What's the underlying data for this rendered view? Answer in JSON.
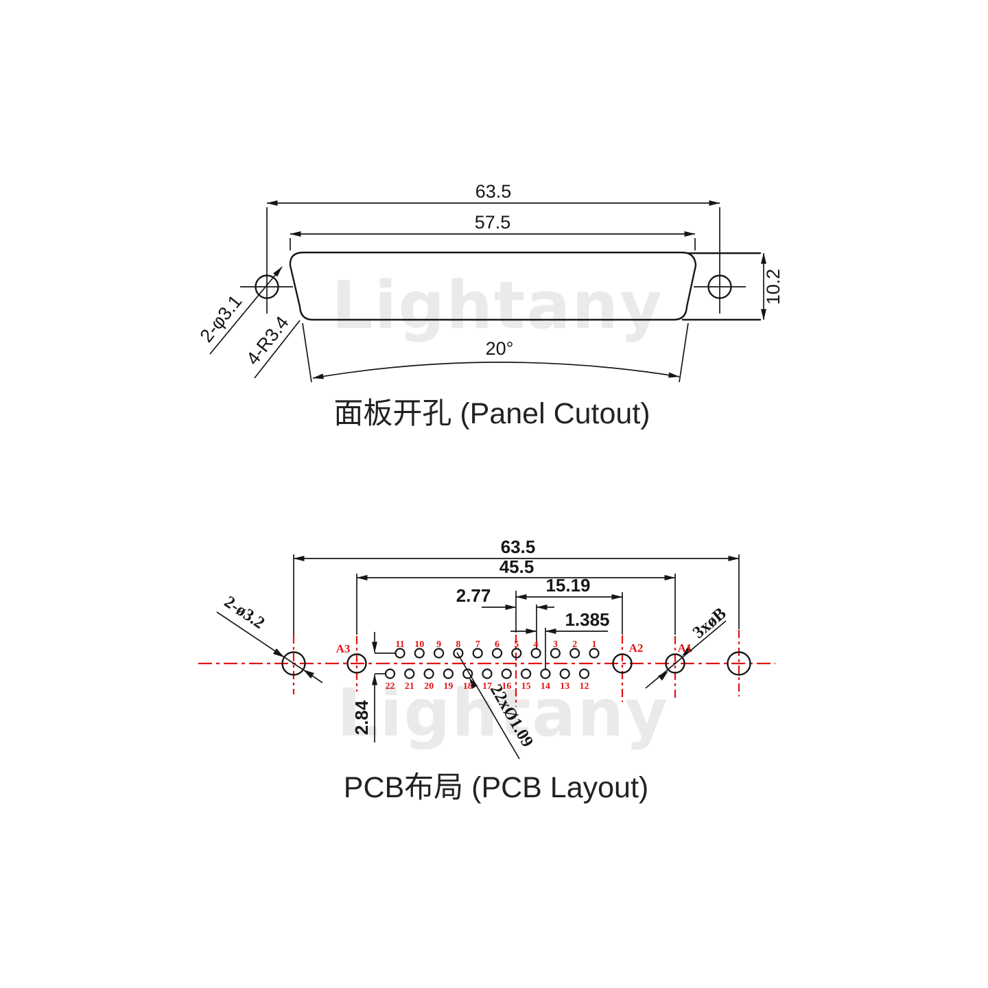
{
  "watermark": "Lightany",
  "colors": {
    "red": "#e31212",
    "line": "#161616",
    "watermark": "#eaeaea"
  },
  "panel_cutout": {
    "title": "面板开孔 (Panel Cutout)",
    "dim_outer_width": "63.5",
    "dim_cutout_width": "57.5",
    "dim_tab_height": "10.2",
    "dim_side_angle": "20°",
    "label_mount_holes": "2-φ3.1",
    "label_corner_radius": "4-R3.4"
  },
  "pcb_layout": {
    "title": "PCB布局 (PCB Layout)",
    "dim_outer_width": "63.5",
    "dim_inner_width": "45.5",
    "dim_a2_offset": "15.19",
    "dim_pin_pitch": "2.77",
    "dim_row_stagger": "1.385",
    "dim_row_spacing": "2.84",
    "label_mount_holes": "2-ø3.2",
    "label_coax_holes": "3xøB",
    "label_signal_holes": "22xØ1.09",
    "label_a1": "A1",
    "label_a2": "A2",
    "label_a3": "A3",
    "top_row_numbers": [
      "11",
      "10",
      "9",
      "8",
      "7",
      "6",
      "5",
      "4",
      "3",
      "2",
      "1"
    ],
    "bottom_row_numbers": [
      "22",
      "21",
      "20",
      "19",
      "18",
      "17",
      "16",
      "15",
      "14",
      "13",
      "12"
    ]
  }
}
